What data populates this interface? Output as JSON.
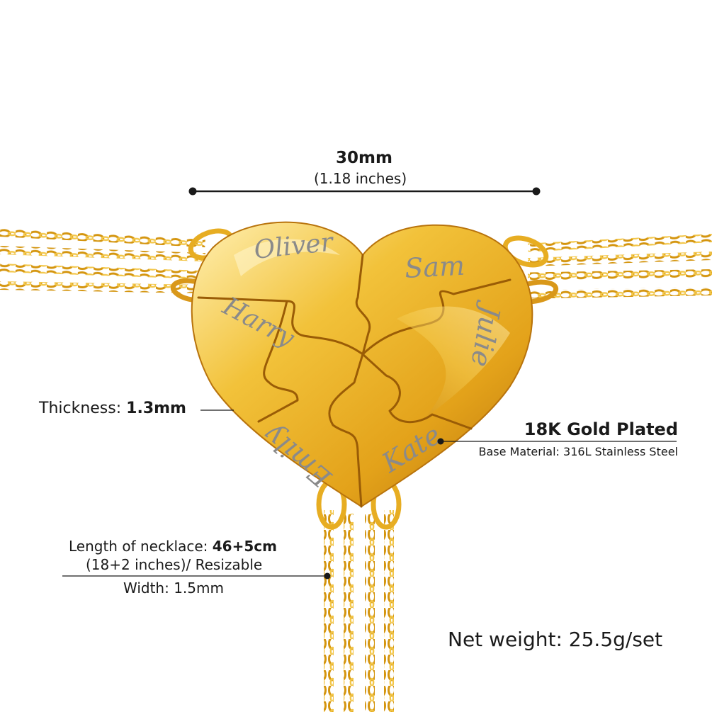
{
  "image_kind": "product-photo",
  "subject": "gold heart puzzle friendship necklace set",
  "colors": {
    "background": "#ffffff",
    "gold_light": "#fde68a",
    "gold": "#e3a21a",
    "gold_dark": "#9a5c06",
    "engraving": "#8a8a8a",
    "dimension_line": "#1a1a1a"
  },
  "dimension": {
    "value": "30mm",
    "imperial": "(1.18 inches)"
  },
  "engraved_names": [
    "Oliver",
    "Sam",
    "Harry",
    "Julie",
    "Emily",
    "Kate"
  ],
  "thickness": {
    "label": "Thickness:",
    "value": "1.3mm"
  },
  "plating": {
    "title": "18K Gold Plated",
    "base_material": "Base Material: 316L Stainless Steel"
  },
  "necklace": {
    "length_label": "Length of necklace:",
    "length_value": "46+5cm",
    "length_imperial": "(18+2 inches)/ Resizable",
    "width": "Width: 1.5mm"
  },
  "weight": "Net weight: 25.5g/set"
}
